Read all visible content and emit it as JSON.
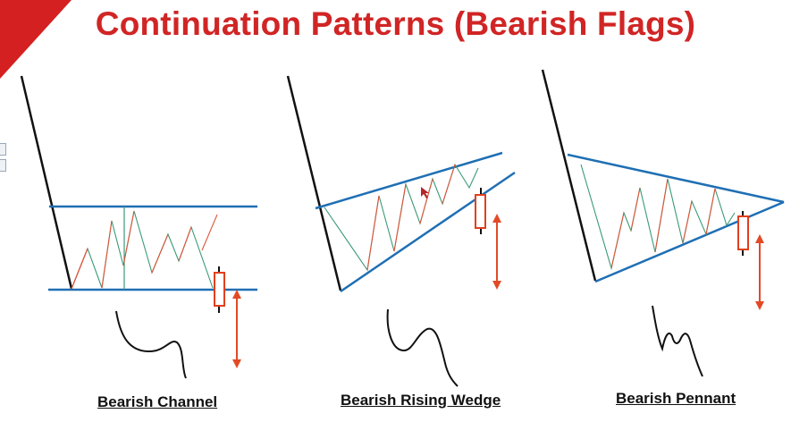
{
  "title": "Continuation Patterns (Bearish Flags)",
  "patterns": [
    {
      "name": "Bearish Channel"
    },
    {
      "name": "Bearish Rising Wedge"
    },
    {
      "name": "Bearish Pennant"
    }
  ],
  "colors": {
    "title": "#d12525",
    "trend_line": "#1f6fb4",
    "pole": "#111111",
    "price_up": "#e0553a",
    "price_down": "#3a9a78",
    "candle": "#e0401e",
    "arrow": "#e24a26",
    "corner": "#d42020"
  }
}
